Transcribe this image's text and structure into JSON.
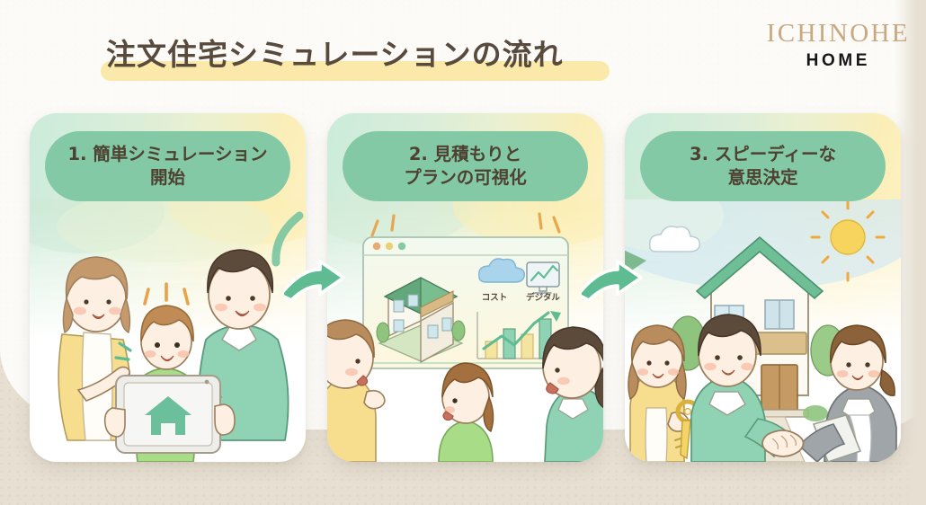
{
  "header": {
    "title": "注文住宅シミュレーションの流れ",
    "highlight_color": "#FAE9A8",
    "title_color": "#584A3C",
    "logo_main": "ICHINOHE",
    "logo_sub": "HOME",
    "logo_main_color": "#C9A77F"
  },
  "theme": {
    "background": "#FBFAF6",
    "beige": "#E6DFD2",
    "card_background": "#FFFFFF",
    "pill_green": "#83C9A6",
    "arrow_green": "#5FBB92",
    "accent_yellow": "#F4D96B",
    "text_brown": "#4E4132"
  },
  "cards": [
    {
      "step": "1",
      "label": "1. 簡単シミュレーション\n開始",
      "scene_name": "family-with-tablet",
      "scene_caption": "家族がタブレットで家のアプリを見ている"
    },
    {
      "step": "2",
      "label": "2. 見積もりと\nプランの可視化",
      "scene_name": "plan-visualization-window",
      "scene_caption": "ブラウザ画面に3Dの家と費用グラフ",
      "window_icons": [
        {
          "name": "cloud-icon",
          "label": "コスト"
        },
        {
          "name": "monitor-chart-icon",
          "label": "デジタル"
        }
      ]
    },
    {
      "step": "3",
      "label": "3. スピーディーな\n意思決定",
      "scene_name": "handshake-keys-handover",
      "scene_caption": "鍵の受け渡しと握手"
    }
  ],
  "arrows": [
    {
      "name": "flow-arrow-1",
      "direction": "right"
    },
    {
      "name": "flow-arrow-2",
      "direction": "right"
    }
  ]
}
